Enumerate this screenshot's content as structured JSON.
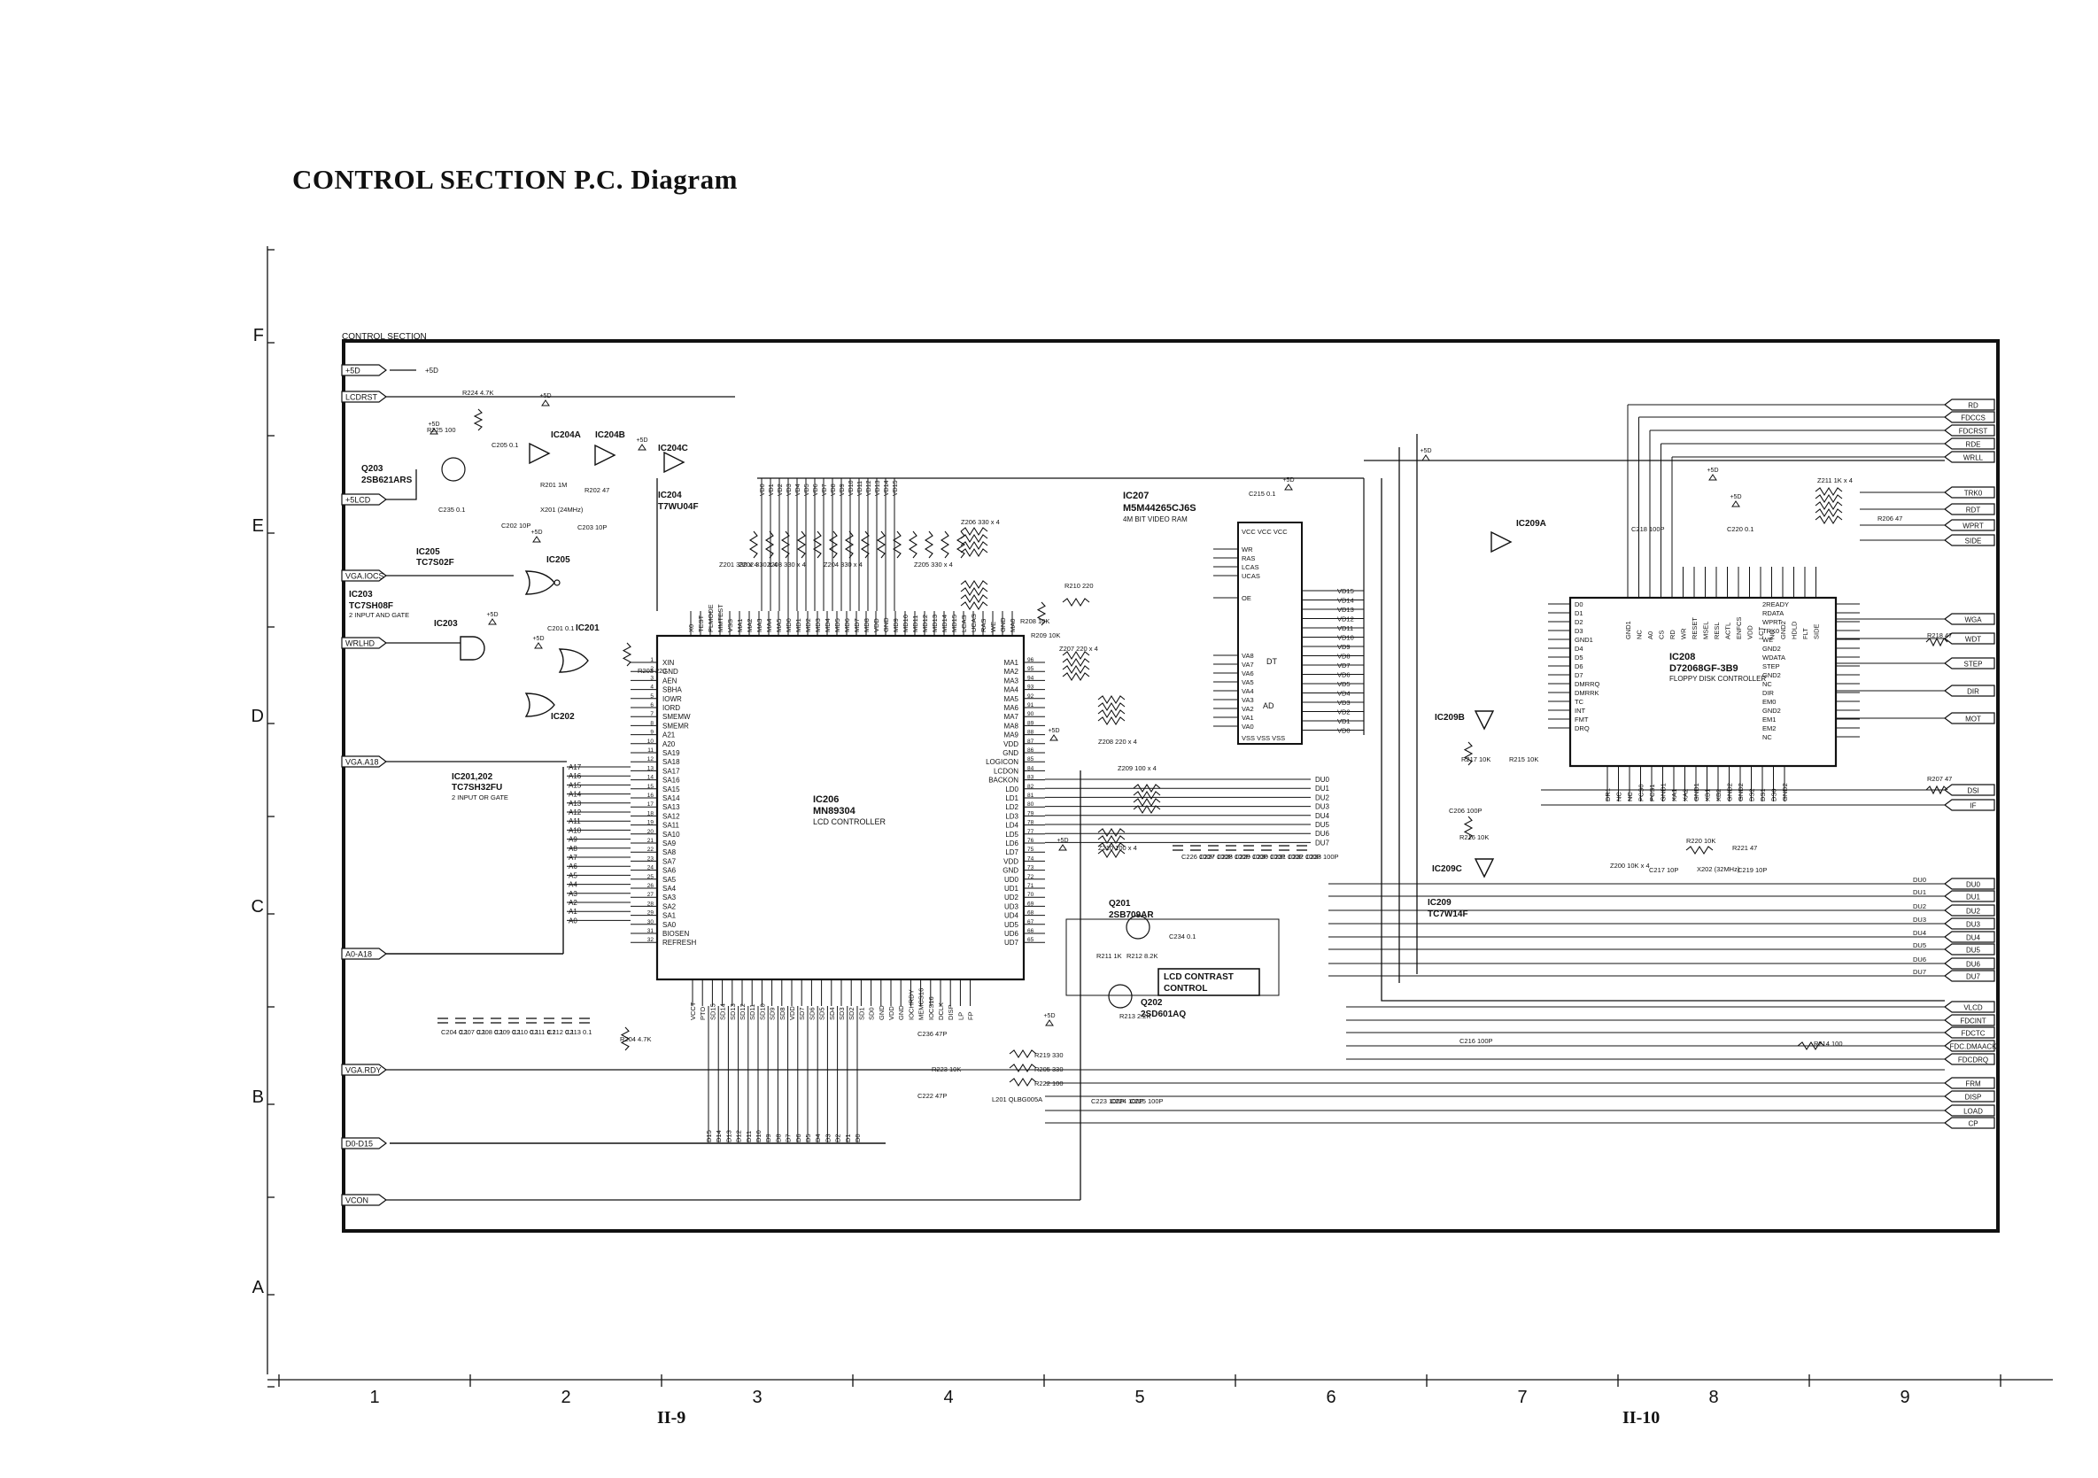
{
  "title": "CONTROL SECTION P.C. Diagram",
  "section_label": "CONTROL SECTION",
  "rows": [
    "F",
    "E",
    "D",
    "C",
    "B",
    "A"
  ],
  "cols": [
    "1",
    "2",
    "3",
    "4",
    "5",
    "6",
    "7",
    "8",
    "9"
  ],
  "pages": [
    "II-9",
    "II-10"
  ],
  "left_ports": [
    "+5D",
    "LCDRST",
    "+5LCD",
    "VGA.IOCS",
    "WRLHD",
    "VGA.A18",
    "A0-A18",
    "VGA.RDY",
    "D0-D15",
    "VCON"
  ],
  "right_ports": [
    "RD",
    "FDCCS",
    "FDCRST",
    "RDE",
    "WRLL",
    "TRK0",
    "RDT",
    "WPRT",
    "SIDE",
    "WGA",
    "WDT",
    "STEP",
    "DIR",
    "MOT",
    "DSI",
    "IF",
    "DU0",
    "DU1",
    "DU2",
    "DU3",
    "DU4",
    "DU5",
    "DU6",
    "DU7",
    "VLCD",
    "FDCINT",
    "FDCTC",
    "FDC.DMAACK",
    "FDCDRQ",
    "FRM",
    "DISP",
    "LOAD",
    "CP"
  ],
  "chips": [
    {
      "ref": "IC206",
      "part": "MN89304",
      "desc": "LCD CONTROLLER"
    },
    {
      "ref": "IC207",
      "part": "M5M44265CJ6S",
      "desc": "4M BIT VIDEO RAM"
    },
    {
      "ref": "IC208",
      "part": "D72068GF-3B9",
      "desc": "FLOPPY DISK CONTROLLER"
    },
    {
      "ref": "IC204",
      "part": "T7WU04F",
      "desc": ""
    },
    {
      "ref": "IC205",
      "part": "TC7S02F",
      "desc": ""
    },
    {
      "ref": "IC203",
      "part": "TC7SH08F",
      "desc": "2 INPUT AND GATE"
    },
    {
      "ref": "IC201,202",
      "part": "TC7SH32FU",
      "desc": "2 INPUT OR GATE"
    },
    {
      "ref": "IC209",
      "part": "TC7W14F",
      "desc": ""
    }
  ],
  "gate_labels": [
    "IC204A",
    "IC204B",
    "IC204C",
    "IC205",
    "IC203",
    "IC201",
    "IC202",
    "IC209A",
    "IC209B",
    "IC209C"
  ],
  "transistors": [
    {
      "ref": "Q203",
      "part": "2SB621ARS"
    },
    {
      "ref": "Q201",
      "part": "2SB709AR"
    },
    {
      "ref": "Q202",
      "part": "2SD601AQ"
    }
  ],
  "lcd_contrast": "LCD CONTRAST CONTROL",
  "ic206_left_pins": [
    "XIN",
    "GND",
    "AEN",
    "SBHA",
    "IOWR",
    "IORD",
    "SMEMW",
    "SMEMR",
    "A21",
    "A20",
    "SA19",
    "SA18",
    "SA17",
    "SA16",
    "SA15",
    "SA14",
    "SA13",
    "SA12",
    "SA11",
    "SA10",
    "SA9",
    "SA8",
    "SA7",
    "SA6",
    "SA5",
    "SA4",
    "SA3",
    "SA2",
    "SA1",
    "SA0",
    "BIOSEN",
    "REFRESH"
  ],
  "ic206_right_pins": [
    "MA1",
    "MA2",
    "MA3",
    "MA4",
    "MA5",
    "MA6",
    "MA7",
    "MA8",
    "MA9",
    "VDD",
    "GND",
    "LOGICON",
    "LCDON",
    "BACKON",
    "LD0",
    "LD1",
    "LD2",
    "LD3",
    "LD4",
    "LD5",
    "LD6",
    "LD7",
    "VDD",
    "GND",
    "UD0",
    "UD1",
    "UD2",
    "UD3",
    "UD4",
    "UD5",
    "UD6",
    "UD7"
  ],
  "ic207_left_pins": [
    "WR",
    "RAS",
    "LCAS",
    "UCAS",
    "OE",
    "VA8",
    "VA7",
    "VA6",
    "VA5",
    "VA4",
    "VA3",
    "VA2",
    "VA1",
    "VA0"
  ],
  "ic207_right_pins": [
    "VD15",
    "VD14",
    "VD13",
    "VD12",
    "VD11",
    "VD10",
    "VD9",
    "VD8",
    "VD7",
    "VD6",
    "VD5",
    "VD4",
    "VD3",
    "VD2",
    "VD1",
    "VD0"
  ],
  "ic208_left_pins": [
    "D0",
    "D1",
    "D2",
    "D3",
    "GND1",
    "D4",
    "D5",
    "D6",
    "D7",
    "DMRRQ",
    "DMRRK",
    "TC",
    "INT",
    "FMT",
    "DRQ"
  ],
  "ic208_right_pins": [
    "2READY",
    "RDATA",
    "WPRT",
    "TRK0",
    "WE",
    "GND2",
    "WDATA",
    "STEP",
    "GND2",
    "NC",
    "DIR",
    "EM0",
    "GND2",
    "EM1",
    "EM2",
    "NC"
  ],
  "ic208_top_pins": [
    "GND1",
    "NC",
    "A0",
    "CS",
    "RD",
    "WR",
    "RESET",
    "MSEL",
    "RESL",
    "ACTL",
    "ENFCS",
    "VDD",
    "LCT",
    "NC",
    "GND2",
    "HDLD",
    "FLT",
    "SIDE"
  ],
  "ic208_bottom_pins": [
    "DR1",
    "NC",
    "NC",
    "PCS0",
    "PCS1",
    "GND1",
    "XA1",
    "XA2",
    "GND1",
    "XB1",
    "XB2",
    "GND2",
    "GND2",
    "DS2",
    "DS1",
    "DS0",
    "GND2"
  ],
  "upper_bus": [
    "VD0",
    "VD1",
    "VD2",
    "VD3",
    "VD4",
    "VD5",
    "VD6",
    "VD7",
    "VD8",
    "VD9",
    "VD10",
    "VD11",
    "VD12",
    "VD13",
    "VD14",
    "VD15"
  ],
  "lcd_data": [
    "DU0",
    "DU1",
    "DU2",
    "DU3",
    "DU4",
    "DU5",
    "DU6",
    "DU7"
  ],
  "ld_bus": [
    "DU0",
    "DU1",
    "DU2",
    "DU3",
    "DU4",
    "DU5",
    "DU6",
    "DU7"
  ],
  "address_labels": [
    "A17",
    "A16",
    "A15",
    "A14",
    "A13",
    "A12",
    "A11",
    "A10",
    "A9",
    "A8",
    "A7",
    "A6",
    "A5",
    "A4",
    "A3",
    "A2",
    "A1",
    "A0"
  ],
  "bottom_data": [
    "D15",
    "D14",
    "D13",
    "D12",
    "D11",
    "D10",
    "D9",
    "D8",
    "D7",
    "D6",
    "D5",
    "D4",
    "D3",
    "D2",
    "D1",
    "D0"
  ],
  "components": [
    "R224 4.7K",
    "R225 100",
    "C205 0.1",
    "C235 0.1",
    "R201 1M",
    "X201 (24MHz)",
    "C202 10P",
    "C203 10P",
    "R202 47",
    "C215 0.1",
    "Z206 330 x 4",
    "Z201 330 x 4",
    "Z202 330 x 4",
    "Z203 330 x 4",
    "Z204 330 x 4",
    "Z205 330 x 4",
    "R210 220",
    "R208 10K",
    "R209 10K",
    "Z207 220 x 4",
    "Z208 220 x 4",
    "Z209 100 x 4",
    "Z210 100 x 4",
    "C226 100P",
    "C227 100P",
    "C228 100P",
    "C229 100P",
    "C230 100P",
    "C231 100P",
    "C232 100P",
    "C233 100P",
    "C201 0.1",
    "R203 220",
    "R204 4.7K",
    "C204 0.1",
    "C207 0.1",
    "C208 0.1",
    "C209 0.1",
    "C210 0.1",
    "C211 0.1",
    "C212 0.1",
    "C213 0.1",
    "C236 47P",
    "C222 47P",
    "R223 10K",
    "R219 330",
    "R205 330",
    "R222 100",
    "L201 QLBG005A",
    "C223 100P",
    "C224 100P",
    "C225 100P",
    "R211 1K",
    "R212 8.2K",
    "R213 2.2K",
    "C234 0.1",
    "C218 100P",
    "C220 0.1",
    "Z211 1K x 4",
    "R206 47",
    "R218 47",
    "R207 47",
    "R217 10K",
    "R215 10K",
    "C206 100P",
    "R216 10K",
    "C216 100P",
    "R214 100",
    "Z200 10K x 4",
    "R220 10K",
    "R221 47",
    "C217 10P",
    "X202 (32MHz)",
    "C219 10P"
  ]
}
